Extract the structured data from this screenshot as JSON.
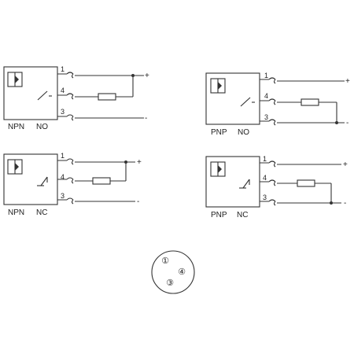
{
  "diagrams": [
    {
      "id": "npn-no",
      "type_label": "NPN",
      "contact_label": "NO",
      "pins": [
        "1",
        "4",
        "3"
      ],
      "plus": "+",
      "minus": "-"
    },
    {
      "id": "pnp-no",
      "type_label": "PNP",
      "contact_label": "NO",
      "pins": [
        "1",
        "4",
        "3"
      ],
      "plus": "+",
      "minus": "-"
    },
    {
      "id": "npn-nc",
      "type_label": "NPN",
      "contact_label": "NC",
      "pins": [
        "1",
        "4",
        "3"
      ],
      "plus": "+",
      "minus": "-"
    },
    {
      "id": "pnp-nc",
      "type_label": "PNP",
      "contact_label": "NC",
      "pins": [
        "1",
        "4",
        "3"
      ],
      "plus": "+",
      "minus": "-"
    }
  ],
  "connector": {
    "pins": [
      "①",
      "④",
      "③"
    ]
  },
  "colors": {
    "line": "#333333",
    "background": "#ffffff"
  },
  "icons": {
    "sensor": "inductive-sensor-icon",
    "switch_no": "switch-open-icon",
    "switch_nc": "switch-closed-icon",
    "resistor": "resistor-icon"
  }
}
